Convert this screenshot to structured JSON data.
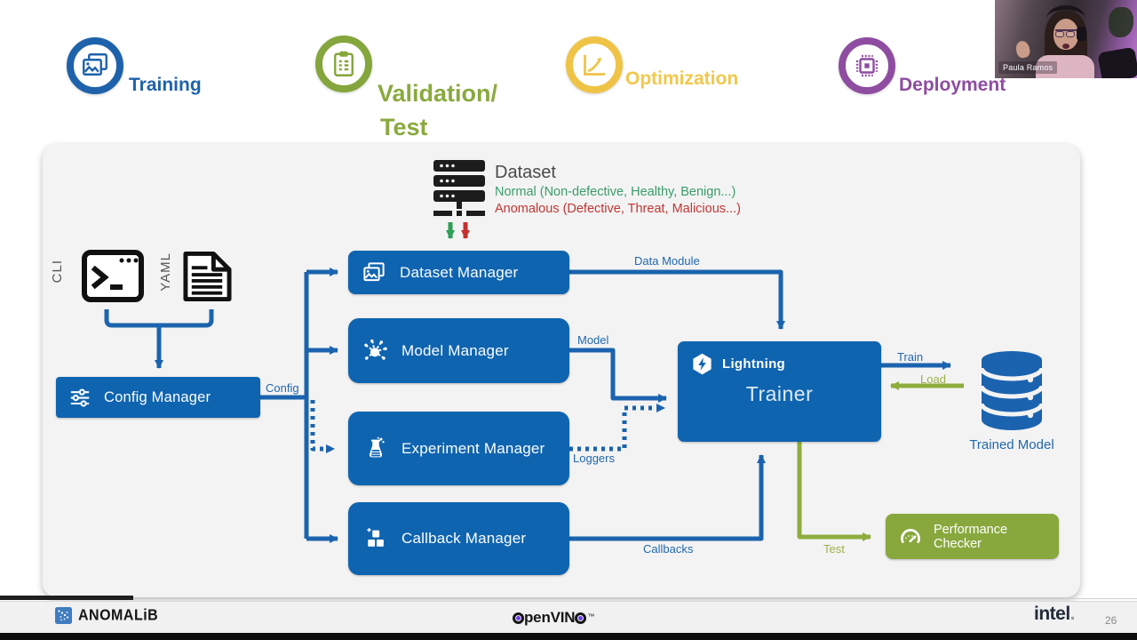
{
  "colors": {
    "box_blue": "#0f64b0",
    "line_blue": "#1b63ae",
    "label_blue": "#2268ad",
    "stage_blue": "#1e62ab",
    "stage_green": "#84a63c",
    "stage_yellow": "#efc345",
    "stage_purple": "#8e4da1",
    "green_accent": "#8fac3e",
    "dataset_normal_green": "#3a9c6a",
    "dataset_anomalous_red": "#bf3733",
    "panel_bg": "#f3f3f3"
  },
  "stages": [
    {
      "label": "Training"
    },
    {
      "label": "Validation/",
      "label2": "Test"
    },
    {
      "label": "Optimization"
    },
    {
      "label": "Deployment"
    }
  ],
  "webcam": {
    "presenter_name": "Paula Ramos"
  },
  "dataset": {
    "title": "Dataset",
    "normal_line": "Normal (Non-defective, Healthy, Benign...)",
    "anomalous_line": "Anomalous (Defective, Threat, Malicious...)"
  },
  "inputs": {
    "cli_label": "CLI",
    "yaml_label": "YAML"
  },
  "nodes": {
    "config_manager": "Config Manager",
    "dataset_manager": "Dataset Manager",
    "model_manager": "Model Manager",
    "experiment_manager": "Experiment Manager",
    "callback_manager": "Callback Manager",
    "trainer_brand": "Lightning",
    "trainer": "Trainer",
    "trained_model": "Trained Model",
    "performance_checker": "Performance Checker"
  },
  "edges": {
    "config": "Config",
    "data_module": "Data Module",
    "model": "Model",
    "loggers": "Loggers",
    "callbacks": "Callbacks",
    "train": "Train",
    "load": "Load",
    "test": "Test"
  },
  "footer": {
    "anomalib": "ANOMALiB",
    "openvino": {
      "pen": "pen",
      "vin": "VIN",
      "tm": "™"
    },
    "intel": "intel",
    "intel_dot": ".",
    "page_number": "26"
  }
}
